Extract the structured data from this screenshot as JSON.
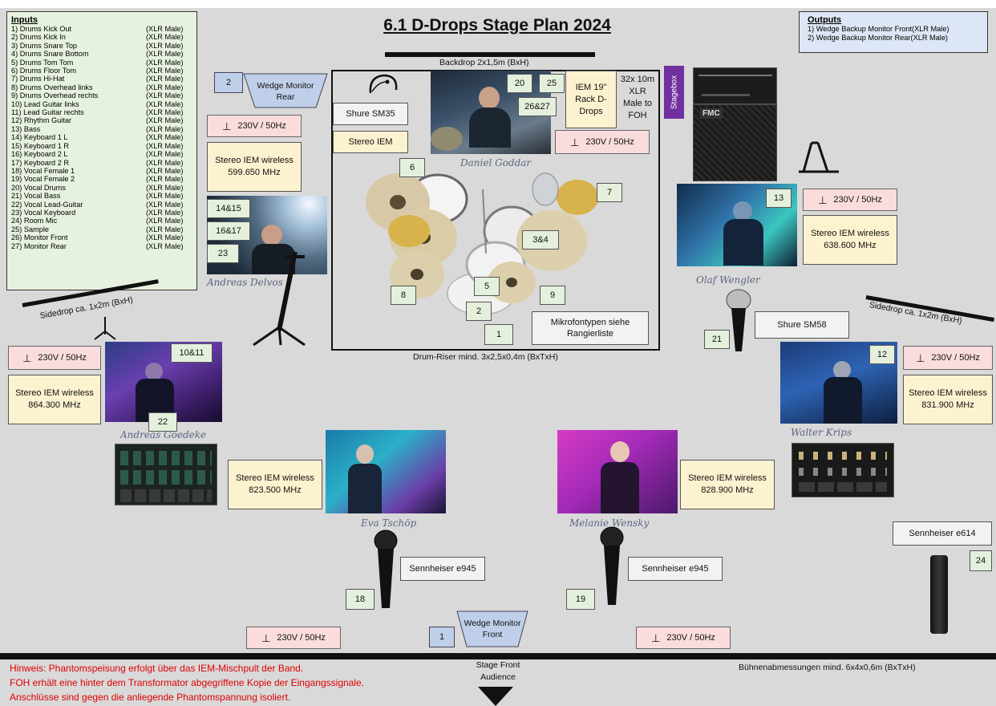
{
  "title": "6.1 D-Drops Stage Plan 2024",
  "inputs": {
    "heading": "Inputs",
    "rows": [
      {
        "name": "1) Drums Kick Out",
        "type": "(XLR Male)"
      },
      {
        "name": "2) Drums Kick In",
        "type": "(XLR Male)"
      },
      {
        "name": "3) Drums Snare Top",
        "type": "(XLR Male)"
      },
      {
        "name": "4) Drums Snare Bottom",
        "type": "(XLR Male)"
      },
      {
        "name": "5) Drums Tom Tom",
        "type": "(XLR Male)"
      },
      {
        "name": "6) Drums Floor Tom",
        "type": "(XLR Male)"
      },
      {
        "name": "7) Drums Hi-Hat",
        "type": "(XLR Male)"
      },
      {
        "name": "8) Drums Overhead links",
        "type": "(XLR Male)"
      },
      {
        "name": "9) Drums Overhead rechts",
        "type": "(XLR Male)"
      },
      {
        "name": "10) Lead Guitar links",
        "type": "(XLR Male)"
      },
      {
        "name": "11) Lead Guitar rechts",
        "type": "(XLR Male)"
      },
      {
        "name": "12) Rhythm Guitar",
        "type": "(XLR Male)"
      },
      {
        "name": "13) Bass",
        "type": "(XLR Male)"
      },
      {
        "name": "14) Keyboard 1 L",
        "type": "(XLR Male)"
      },
      {
        "name": "15) Keyboard 1 R",
        "type": "(XLR Male)"
      },
      {
        "name": "16) Keyboard 2 L",
        "type": "(XLR Male)"
      },
      {
        "name": "17) Keyboard 2 R",
        "type": "(XLR Male)"
      },
      {
        "name": "18) Vocal Female 1",
        "type": "(XLR Male)"
      },
      {
        "name": "19) Vocal Female 2",
        "type": "(XLR Male)"
      },
      {
        "name": "20) Vocal Drums",
        "type": "(XLR Male)"
      },
      {
        "name": "21) Vocal Bass",
        "type": "(XLR Male)"
      },
      {
        "name": "22) Vocal Lead-Guitar",
        "type": "(XLR Male)"
      },
      {
        "name": "23) Vocal Keyboard",
        "type": "(XLR Male)"
      },
      {
        "name": "24) Room Mic",
        "type": "(XLR Male)"
      },
      {
        "name": "25) Sample",
        "type": "(XLR Male)"
      },
      {
        "name": "26) Monitor Front",
        "type": "(XLR Male)"
      },
      {
        "name": "27) Monitor Rear",
        "type": "(XLR Male)"
      }
    ]
  },
  "outputs": {
    "heading": "Outputs",
    "rows": [
      {
        "name": "1) Wedge Backup Monitor Front",
        "type": "(XLR Male)"
      },
      {
        "name": "2) Wedge Backup Monitor Rear",
        "type": "(XLR Male)"
      }
    ]
  },
  "labels": {
    "backdrop": "Backdrop 2x1,5m (BxH)",
    "sidedrop_left": "Sidedrop ca. 1x2m (BxH)",
    "sidedrop_right": "Sidedrop ca. 1x2m (BxH)",
    "drum_riser": "Drum-Riser mind. 3x2,5x0,4m (BxTxH)",
    "stage_front": "Stage Front",
    "audience": "Audience",
    "stage_size": "Bühnenabmessungen mind. 6x4x0,6m (BxTxH)",
    "stagebox": "Stagebox",
    "fmc": "FMC"
  },
  "power": {
    "label": "230V / 50Hz",
    "symbol": "⊥"
  },
  "wedges": {
    "rear": {
      "num": "2",
      "label": "Wedge Monitor Rear"
    },
    "front": {
      "num": "1",
      "label": "Wedge Monitor Front"
    }
  },
  "iem": {
    "rack": "IEM 19\" Rack D-Drops",
    "xlr": "32x 10m XLR Male to FOH",
    "stereo": "Stereo IEM",
    "andreas_delvos": "Stereo IEM wireless 599.650 MHz",
    "olaf": "Stereo IEM wireless 638.600 MHz",
    "goedeke": "Stereo IEM wireless 864.300 MHz",
    "krips": "Stereo IEM wireless 831.900 MHz",
    "eva": "Stereo IEM wireless 823.500 MHz",
    "melanie": "Stereo IEM wireless 828.900 MHz"
  },
  "mics": {
    "sm35": "Shure SM35",
    "sm58": "Shure SM58",
    "e945_eva": "Sennheiser e945",
    "e945_melanie": "Sennheiser e945",
    "e614": "Sennheiser e614",
    "mikrofontypen": "Mikrofontypen siehe Rangierliste"
  },
  "channels": {
    "c20": "20",
    "c25": "25",
    "c2627": "26&27",
    "c6": "6",
    "c7": "7",
    "c34": "3&4",
    "c5": "5",
    "c8": "8",
    "c9": "9",
    "c2": "2",
    "c1": "1",
    "c1415": "14&15",
    "c1617": "16&17",
    "c23": "23",
    "c13": "13",
    "c21": "21",
    "c1011": "10&11",
    "c22": "22",
    "c12": "12",
    "c18": "18",
    "c19": "19",
    "c24": "24"
  },
  "names": {
    "daniel": "Daniel Goddar",
    "andreas_delvos": "Andreas Delvos",
    "olaf": "Olaf Wengler",
    "goedeke": "Andreas Goedeke",
    "krips": "Walter Krips",
    "eva": "Eva Tschöp",
    "melanie": "Melanie Wensky"
  },
  "note": [
    "Hinweis: Phantomspeisung erfolgt über das IEM-Mischpult der Band.",
    "FOH erhält eine hinter dem Transformator abgegriffene Kopie der Eingangssignale.",
    "Anschlüsse sind gegen die anliegende Phantomspannung isoliert."
  ],
  "colors": {
    "inputs_bg": "#e6f2df",
    "outputs_bg": "#dde6f4",
    "iem_bg": "#fdf2cf",
    "power_bg": "#fbdcdc",
    "wedge_bg": "#bfcfea",
    "stagebox": "#7030a0",
    "note_text": "#e00000"
  }
}
